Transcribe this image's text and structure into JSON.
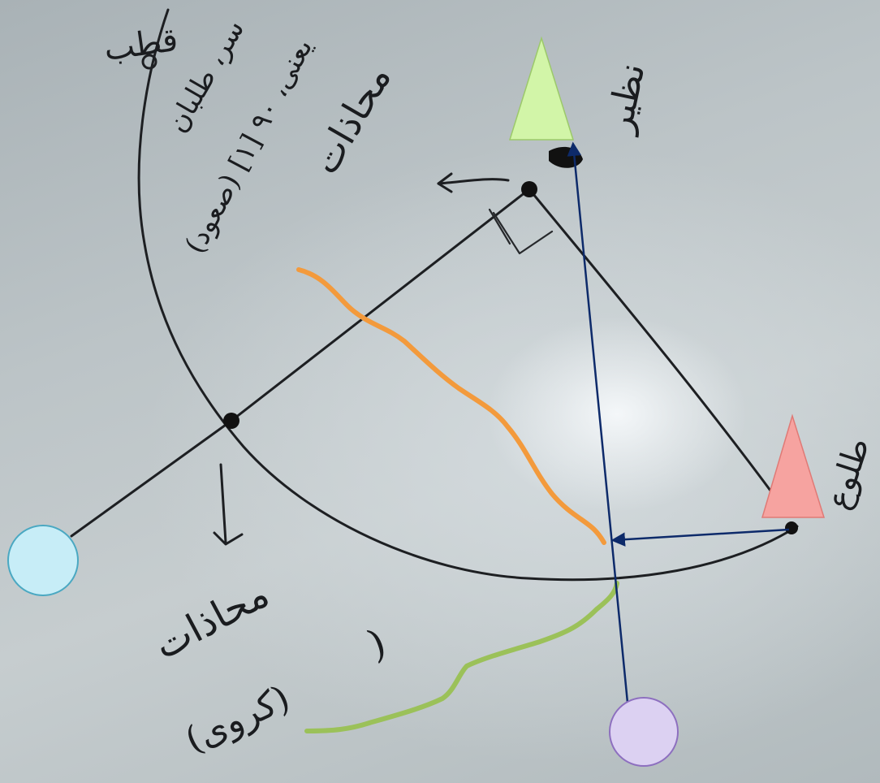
{
  "annotations": {
    "top_left_line1": "قطب",
    "top_left_line2": "سر، طلبان",
    "upper_middle": "یعنی، ۹۰ [۱] (صعود)",
    "nadir_label": "نظیر",
    "right_label": "طلوع",
    "upper_right_label": "محاذات",
    "bottom_label": "محاذات",
    "bottom_curve_label": "(کروی)",
    "close_paren": ")"
  },
  "colors": {
    "ink": "#1d1f22",
    "arrow": "#0d2a6a",
    "orange_stroke": "#f39a3c",
    "green_stroke": "#9bc159",
    "green_triangle": "#d2f5a8",
    "red_triangle": "#f6a3a0",
    "blue_circle": "#c7edf7",
    "purple_circle": "#dcd1f2"
  }
}
